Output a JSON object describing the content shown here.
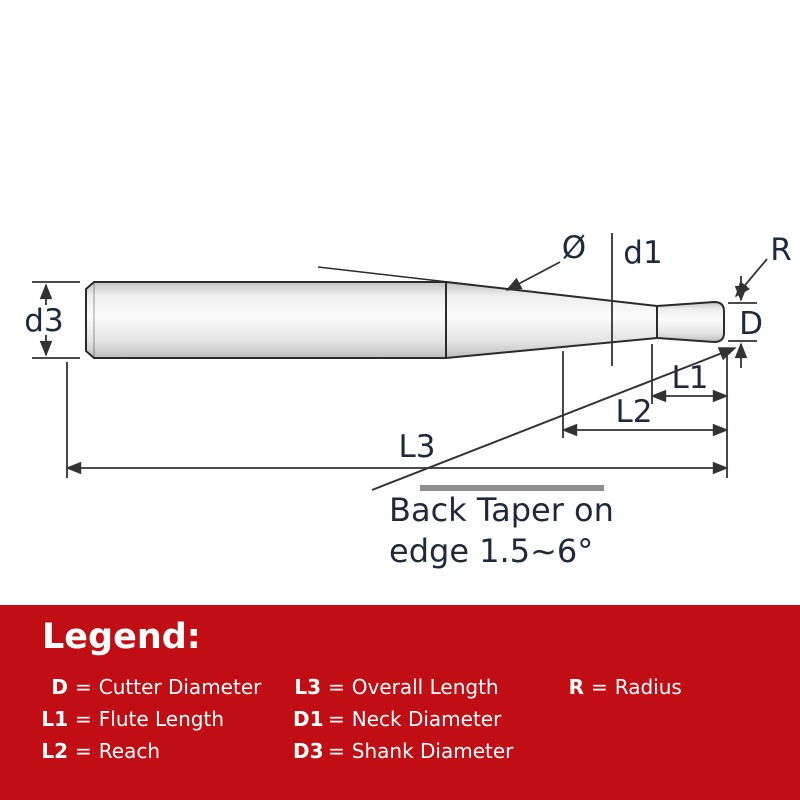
{
  "diagram": {
    "background": "#ffffff",
    "line_color": "#2b2b2b",
    "label_color": "#1e2a3c",
    "labels": {
      "shank_diameter": "d3",
      "diameter_symbol": "Ø",
      "neck_diameter": "d1",
      "radius": "R",
      "cutter_diameter": "D",
      "flute_length": "L1",
      "reach": "L2",
      "overall_length": "L3"
    },
    "note": {
      "line1": "Back Taper on",
      "line2": "edge 1.5~6°"
    }
  },
  "legend": {
    "title": "Legend:",
    "separator": "=",
    "background_color": "#c10e14",
    "text_color": "#ffffff",
    "entries": [
      {
        "key": "D",
        "value": "Cutter Diameter"
      },
      {
        "key": "L1",
        "value": "Flute Length"
      },
      {
        "key": "L2",
        "value": "Reach"
      },
      {
        "key": "L3",
        "value": "Overall Length"
      },
      {
        "key": "D1",
        "value": "Neck Diameter"
      },
      {
        "key": "D3",
        "value": "Shank Diameter"
      },
      {
        "key": "R",
        "value": "Radius"
      }
    ]
  }
}
